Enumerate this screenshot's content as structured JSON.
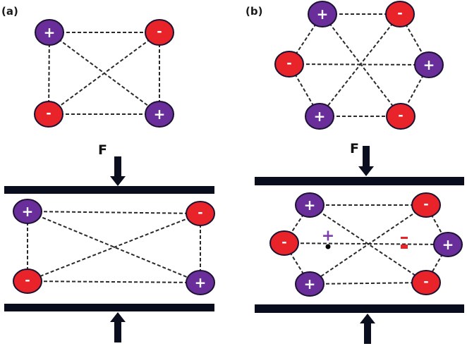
{
  "figure": {
    "colors": {
      "cation": "#6a2e9b",
      "anion": "#e8232a",
      "outline": "#1a1230",
      "bond": "#2a2a2a",
      "plate": "#080c1c",
      "arrow": "#0a0e1e",
      "sign": "#ffffff",
      "positive_center": "#7b3fa8",
      "negative_center": "#e8232a"
    },
    "panels": [
      {
        "id": "a",
        "label": "(a)"
      },
      {
        "id": "b",
        "label": "(b)"
      }
    ],
    "force_label": "F",
    "cation_sign": "+",
    "anion_sign": "-",
    "diagrams": {
      "a_relaxed": {
        "ions": [
          {
            "name": "top-left",
            "charge": "+"
          },
          {
            "name": "top-right",
            "charge": "-"
          },
          {
            "name": "bottom-left",
            "charge": "-"
          },
          {
            "name": "bottom-right",
            "charge": "+"
          }
        ]
      },
      "b_relaxed": {
        "ions": [
          {
            "name": "top-left",
            "charge": "+"
          },
          {
            "name": "top-right",
            "charge": "-"
          },
          {
            "name": "mid-left",
            "charge": "-"
          },
          {
            "name": "mid-right",
            "charge": "+"
          },
          {
            "name": "bottom-left",
            "charge": "+"
          },
          {
            "name": "bottom-right",
            "charge": "-"
          }
        ]
      },
      "a_compressed": {
        "ions": [
          {
            "name": "top-left",
            "charge": "+"
          },
          {
            "name": "top-right",
            "charge": "-"
          },
          {
            "name": "bottom-left",
            "charge": "-"
          },
          {
            "name": "bottom-right",
            "charge": "+"
          }
        ]
      },
      "b_compressed": {
        "ions": [
          {
            "name": "top-left",
            "charge": "+"
          },
          {
            "name": "top-right",
            "charge": "-"
          },
          {
            "name": "mid-left",
            "charge": "-"
          },
          {
            "name": "mid-right",
            "charge": "+"
          },
          {
            "name": "bottom-left",
            "charge": "+"
          },
          {
            "name": "bottom-right",
            "charge": "-"
          }
        ],
        "charge_centers": [
          {
            "name": "positive-charge-center",
            "sign": "+"
          },
          {
            "name": "negative-charge-center",
            "sign": "-"
          }
        ]
      }
    }
  }
}
